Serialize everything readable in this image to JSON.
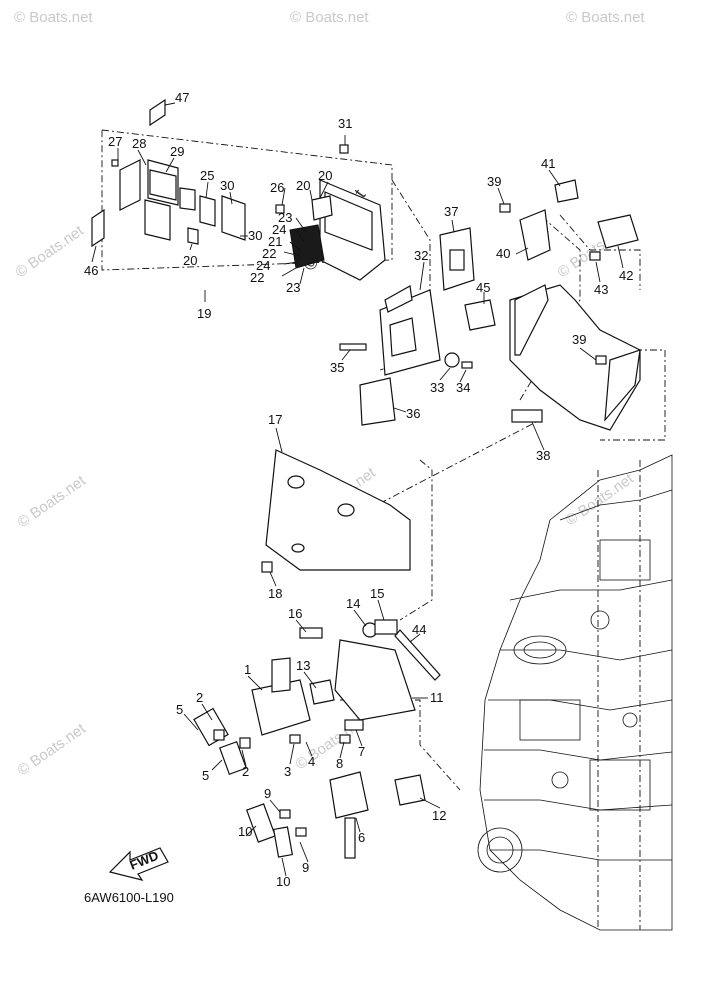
{
  "diagram_code": "6AW6100-L190",
  "direction_label": "FWD",
  "watermark": "© Boats.net",
  "icons": [
    "fwd-arrow-icon",
    "watermark-copyright-icon"
  ],
  "callouts": [
    {
      "id": "c47",
      "label": "47"
    },
    {
      "id": "c27",
      "label": "27"
    },
    {
      "id": "c28",
      "label": "28"
    },
    {
      "id": "c29",
      "label": "29"
    },
    {
      "id": "c25",
      "label": "25"
    },
    {
      "id": "c30a",
      "label": "30"
    },
    {
      "id": "c30b",
      "label": "30"
    },
    {
      "id": "c26",
      "label": "26"
    },
    {
      "id": "c20a",
      "label": "20"
    },
    {
      "id": "c20b",
      "label": "20"
    },
    {
      "id": "c20c",
      "label": "20"
    },
    {
      "id": "c31",
      "label": "31"
    },
    {
      "id": "c23a",
      "label": "23"
    },
    {
      "id": "c24a",
      "label": "24"
    },
    {
      "id": "c21",
      "label": "21"
    },
    {
      "id": "c22a",
      "label": "22"
    },
    {
      "id": "c24b",
      "label": "24"
    },
    {
      "id": "c22b",
      "label": "22"
    },
    {
      "id": "c23b",
      "label": "23"
    },
    {
      "id": "c46",
      "label": "46"
    },
    {
      "id": "c19",
      "label": "19"
    },
    {
      "id": "c37",
      "label": "37"
    },
    {
      "id": "c32",
      "label": "32"
    },
    {
      "id": "c45",
      "label": "45"
    },
    {
      "id": "c35",
      "label": "35"
    },
    {
      "id": "c33",
      "label": "33"
    },
    {
      "id": "c34",
      "label": "34"
    },
    {
      "id": "c36",
      "label": "36"
    },
    {
      "id": "c41",
      "label": "41"
    },
    {
      "id": "c39a",
      "label": "39"
    },
    {
      "id": "c40",
      "label": "40"
    },
    {
      "id": "c42",
      "label": "42"
    },
    {
      "id": "c43",
      "label": "43"
    },
    {
      "id": "c39b",
      "label": "39"
    },
    {
      "id": "c38",
      "label": "38"
    },
    {
      "id": "c17",
      "label": "17"
    },
    {
      "id": "c18",
      "label": "18"
    },
    {
      "id": "c16",
      "label": "16"
    },
    {
      "id": "c14",
      "label": "14"
    },
    {
      "id": "c15",
      "label": "15"
    },
    {
      "id": "c44",
      "label": "44"
    },
    {
      "id": "c13",
      "label": "13"
    },
    {
      "id": "c1",
      "label": "1"
    },
    {
      "id": "c11",
      "label": "11"
    },
    {
      "id": "c2a",
      "label": "2"
    },
    {
      "id": "c5a",
      "label": "5"
    },
    {
      "id": "c2b",
      "label": "2"
    },
    {
      "id": "c5b",
      "label": "5"
    },
    {
      "id": "c3",
      "label": "3"
    },
    {
      "id": "c4",
      "label": "4"
    },
    {
      "id": "c8",
      "label": "8"
    },
    {
      "id": "c7",
      "label": "7"
    },
    {
      "id": "c12",
      "label": "12"
    },
    {
      "id": "c9a",
      "label": "9"
    },
    {
      "id": "c10a",
      "label": "10"
    },
    {
      "id": "c6",
      "label": "6"
    },
    {
      "id": "c9b",
      "label": "9"
    },
    {
      "id": "c10b",
      "label": "10"
    }
  ]
}
